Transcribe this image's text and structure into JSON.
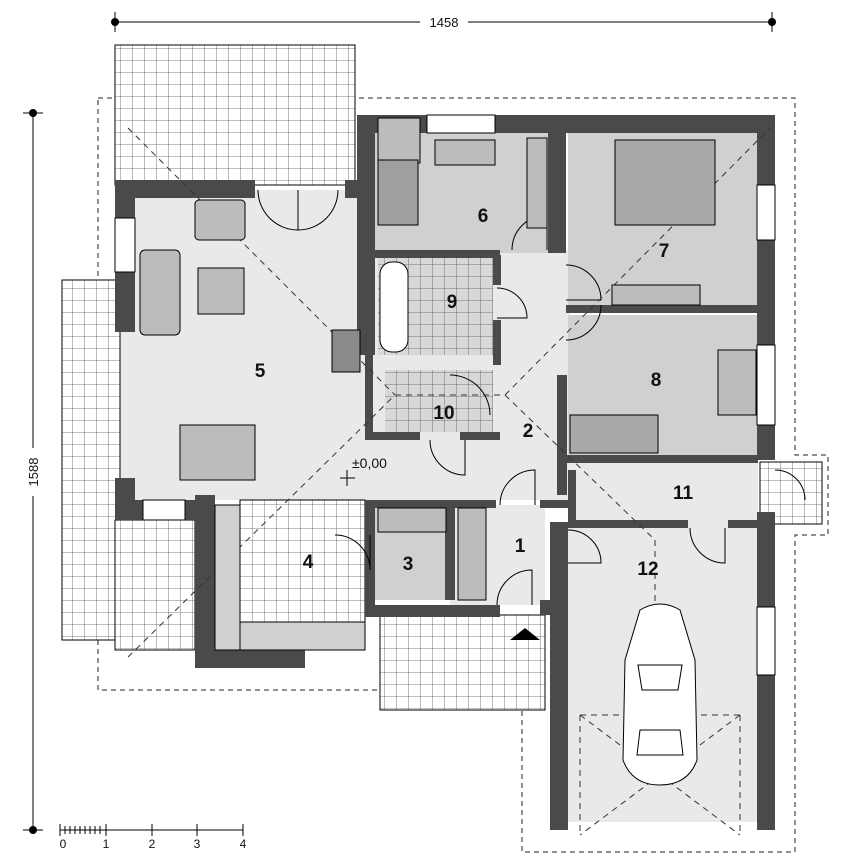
{
  "dimensions": {
    "width_label": "1458",
    "height_label": "1588"
  },
  "level_mark": "±0,00",
  "rooms": [
    {
      "number": "1"
    },
    {
      "number": "2"
    },
    {
      "number": "3"
    },
    {
      "number": "4"
    },
    {
      "number": "5"
    },
    {
      "number": "6"
    },
    {
      "number": "7"
    },
    {
      "number": "8"
    },
    {
      "number": "9"
    },
    {
      "number": "10"
    },
    {
      "number": "11"
    },
    {
      "number": "12"
    }
  ],
  "scale_bar": {
    "ticks": [
      "0",
      "1",
      "2",
      "3",
      "4"
    ]
  },
  "colors": {
    "wall": "#4a4a4a",
    "floor_light": "#e6e6e6",
    "floor_mid": "#cfcfcf",
    "tile_line": "#555555",
    "outline": "#000000"
  }
}
